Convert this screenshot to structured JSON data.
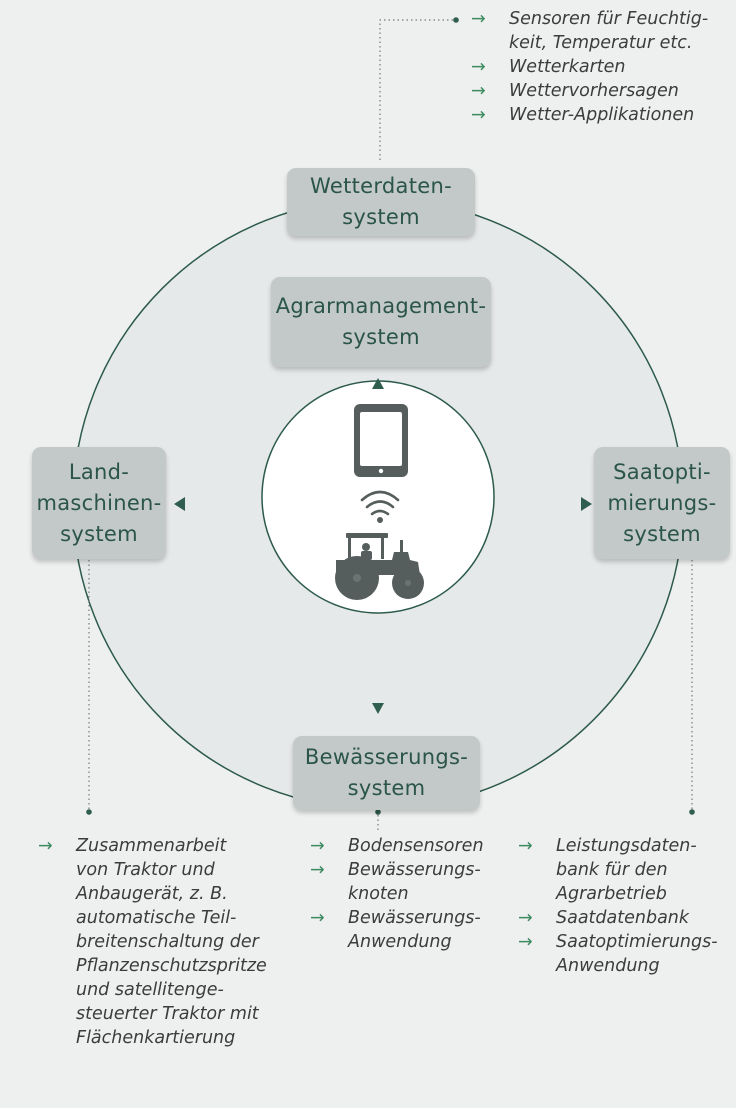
{
  "colors": {
    "background": "#eef0f0",
    "circle_fill": "#e6e9e9",
    "circle_stroke": "#2c5a4b",
    "box_fill": "#c3c8c8",
    "box_text": "#2a5548",
    "arrow": "#3e8a5f",
    "marker": "#2f5d4e",
    "icon": "#555d5d"
  },
  "boxes": {
    "wetterdaten": {
      "lines": [
        "Wetterdaten-",
        "system"
      ]
    },
    "agrarmanagement": {
      "lines": [
        "Agrarmanagement-",
        "system"
      ]
    },
    "landmaschinen": {
      "lines": [
        "Land-",
        "maschinen-",
        "system"
      ]
    },
    "saatoptimierung": {
      "lines": [
        "Saatopti-",
        "mierungs-",
        "system"
      ]
    },
    "bewaesserung": {
      "lines": [
        "Bewässerungs-",
        "system"
      ]
    }
  },
  "icons": {
    "center": [
      "tablet-icon",
      "wifi-icon",
      "tractor-icon"
    ],
    "triangles": [
      "triangle-up-icon",
      "triangle-left-icon",
      "triangle-right-icon",
      "triangle-down-icon"
    ]
  },
  "lists": {
    "wetter": [
      [
        "Sensoren für Feuchtig-",
        "keit, Temperatur etc."
      ],
      [
        "Wetterkarten"
      ],
      [
        "Wettervorhersagen"
      ],
      [
        "Wetter-Applikationen"
      ]
    ],
    "landmaschinen": [
      [
        "Zusammenarbeit",
        "von Traktor und",
        "Anbaugerät, z. B.",
        "automatische Teil-",
        "breitenschaltung der",
        "Pflanzenschutzspritze",
        "und satellitenge-",
        "steuerter Traktor mit",
        "Flächenkartierung"
      ]
    ],
    "bewaesserung": [
      [
        "Bodensensoren"
      ],
      [
        "Bewässerungs-",
        "knoten"
      ],
      [
        "Bewässerungs-",
        "Anwendung"
      ]
    ],
    "saat": [
      [
        "Leistungsdaten-",
        "bank für den",
        "Agrarbetrieb"
      ],
      [
        "Saatdatenbank"
      ],
      [
        "Saatoptimierungs-",
        "Anwendung"
      ]
    ]
  },
  "arrow_glyph": "→"
}
